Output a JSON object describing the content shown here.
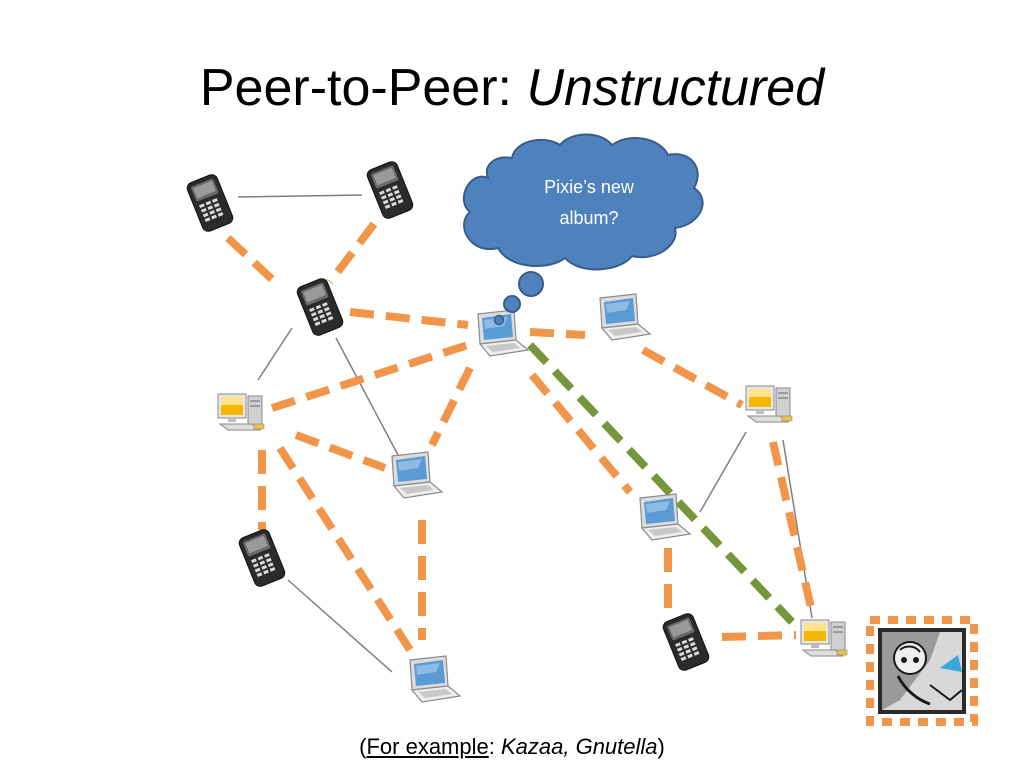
{
  "title": {
    "main": "Peer-to-Peer:",
    "italic": "Unstructured"
  },
  "bubble": {
    "line1": "Pixie’s new",
    "line2": "album?"
  },
  "caption": {
    "open": "(",
    "example": "For example",
    "colon": ": ",
    "systems": "Kazaa, Gnutella",
    "close": ")"
  },
  "colors": {
    "overlay": "#f0954a",
    "search_path": "#76963c",
    "physical_link": "#7f7f7f",
    "bubble_fill": "#4f81bd",
    "bubble_stroke": "#385d8a"
  }
}
